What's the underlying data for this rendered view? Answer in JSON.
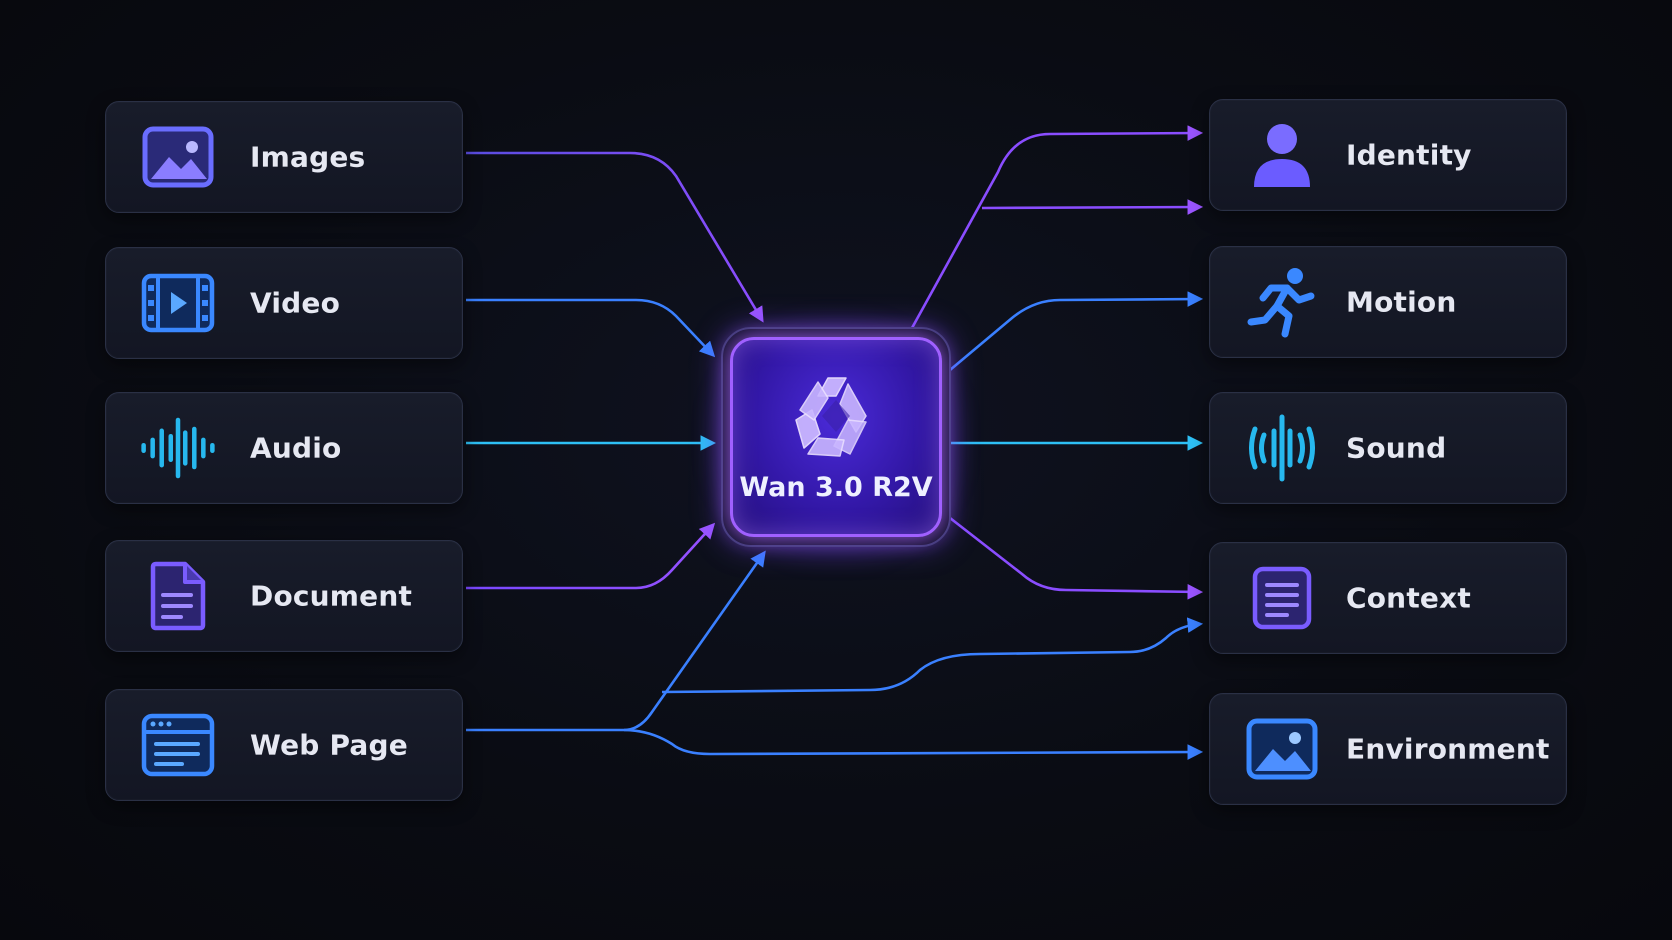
{
  "hub": {
    "title": "Wan 3.0 R2V",
    "logo_icon": "wan-logo-icon"
  },
  "inputs": [
    {
      "label": "Images",
      "icon": "image-icon"
    },
    {
      "label": "Video",
      "icon": "film-icon"
    },
    {
      "label": "Audio",
      "icon": "audio-waveform-icon"
    },
    {
      "label": "Document",
      "icon": "document-icon"
    },
    {
      "label": "Web Page",
      "icon": "browser-window-icon"
    }
  ],
  "outputs": [
    {
      "label": "Identity",
      "icon": "person-icon"
    },
    {
      "label": "Motion",
      "icon": "running-figure-icon"
    },
    {
      "label": "Sound",
      "icon": "sound-wave-icon"
    },
    {
      "label": "Context",
      "icon": "document-lines-icon"
    },
    {
      "label": "Environment",
      "icon": "landscape-image-icon"
    }
  ],
  "colors": {
    "background": "#0a0c13",
    "purple": "#8a4dff",
    "blue": "#2f7bff",
    "cyan": "#22b8f0",
    "hub_border": "#a060ff"
  }
}
